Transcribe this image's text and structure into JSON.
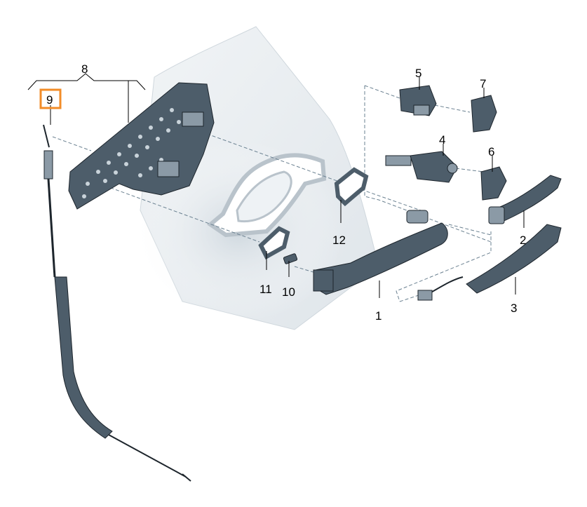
{
  "diagram": {
    "labels": {
      "p1": "1",
      "p2": "2",
      "p3": "3",
      "p4": "4",
      "p5": "5",
      "p6": "6",
      "p7": "7",
      "p8": "8",
      "p9": "9",
      "p10": "10",
      "p11": "11",
      "p12": "12"
    },
    "highlighted_part": "9",
    "colors": {
      "highlight": "#f28c28",
      "part": "#4d5d6a",
      "panel": "#e6ebef"
    }
  }
}
